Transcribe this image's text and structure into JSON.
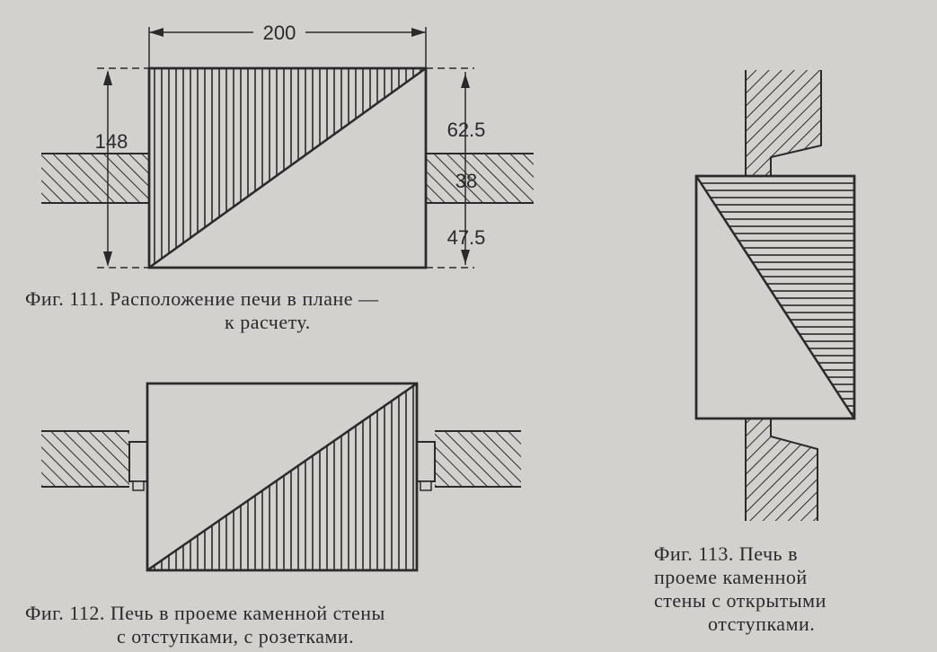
{
  "figures": {
    "fig111": {
      "caption_line1": "Фиг. 111. Расположение печи в плане —",
      "caption_line2": "к расчету.",
      "dims": {
        "width": "200",
        "height": "148",
        "top": "62.5",
        "wall": "38",
        "bottom": "47.5"
      }
    },
    "fig112": {
      "caption_line1": "Фиг. 112. Печь в проеме каменной стены",
      "caption_line2": "с отступками, с розетками."
    },
    "fig113": {
      "caption_line1": "Фиг. 113. Печь в",
      "caption_line2": "проеме каменной",
      "caption_line3": "стены с открытыми",
      "caption_line4": "отступками."
    }
  },
  "colors": {
    "ink": "#2a2a2a",
    "paper": "#d2d1cd"
  }
}
